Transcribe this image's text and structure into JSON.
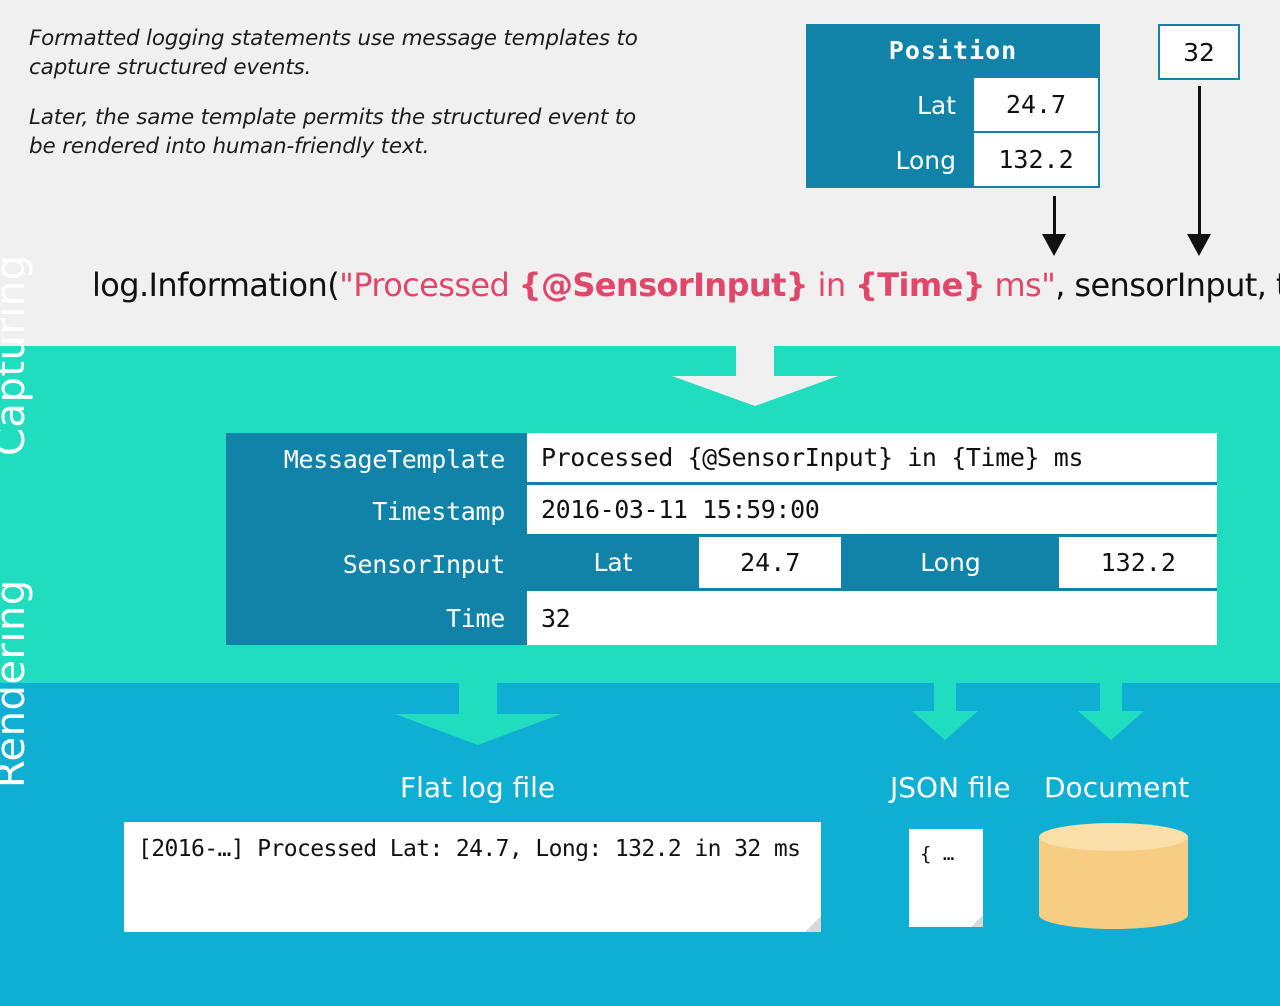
{
  "intro": {
    "paragraph1": "Formatted logging statements use message templates to capture structured events.",
    "paragraph2": "Later, the same template permits the structured event to be rendered into human-friendly text."
  },
  "position_table": {
    "title": "Position",
    "rows": [
      {
        "label": "Lat",
        "value": "24.7"
      },
      {
        "label": "Long",
        "value": "132.2"
      }
    ]
  },
  "time_box": {
    "value": "32"
  },
  "code_line": {
    "prefix": "log.Information(",
    "quote_open": "\"",
    "text_processed": "Processed ",
    "token_sensor": "{@SensorInput}",
    "text_in": " in ",
    "token_time": "{Time}",
    "text_ms": " ms",
    "quote_close": "\"",
    "suffix": ", sensorInput, time)"
  },
  "sections": {
    "capturing_label": "Capturing",
    "rendering_label": "Rendering"
  },
  "event_table": {
    "rows": [
      {
        "label": "MessageTemplate",
        "value": "Processed {@SensorInput} in {Time} ms"
      },
      {
        "label": "Timestamp",
        "value": "2016-03-11 15:59:00"
      },
      {
        "label": "Time",
        "value": "32"
      }
    ],
    "sensor_input": {
      "label": "SensorInput",
      "pairs": [
        {
          "key": "Lat",
          "value": "24.7"
        },
        {
          "key": "Long",
          "value": "132.2"
        }
      ]
    }
  },
  "outputs": {
    "flat_log": {
      "title": "Flat log file",
      "line": "[2016-…] Processed Lat: 24.7, Long: 132.2 in 32 ms"
    },
    "json": {
      "title": "JSON file",
      "snippet": "{ …"
    },
    "document": {
      "title": "Document"
    }
  },
  "colors": {
    "background": "#f0f0f0",
    "capturing_band": "#20ddc0",
    "rendering_band": "#0fafd4",
    "table_header": "#1183a8",
    "string_literal": "#e0476b",
    "document_fill": "#f6cd82"
  }
}
